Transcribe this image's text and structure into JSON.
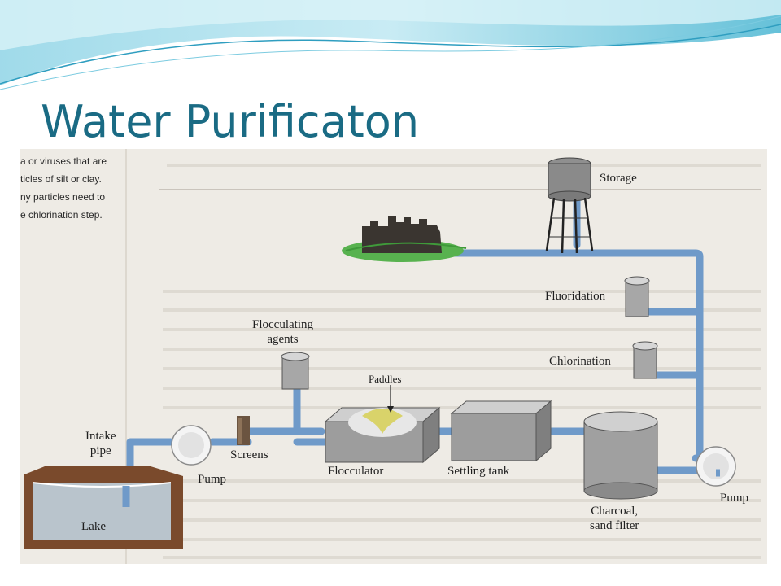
{
  "slide": {
    "title": "Water Purificaton"
  },
  "book_fragment": [
    "a or viruses that are",
    "ticles of silt or clay.",
    "ny particles need to",
    "e chlorination step."
  ],
  "diagram": {
    "labels": {
      "storage": "Storage",
      "fluoridation": "Fluoridation",
      "chlorination": "Chlorination",
      "flocculating_agents_line1": "Flocculating",
      "flocculating_agents_line2": "agents",
      "paddles": "Paddles",
      "intake_pipe_line1": "Intake",
      "intake_pipe_line2": "pipe",
      "screens": "Screens",
      "pump_left": "Pump",
      "flocculator": "Flocculator",
      "settling_tank": "Settling tank",
      "charcoal_filter_line1": "Charcoal,",
      "charcoal_filter_line2": "sand filter",
      "pump_right": "Pump",
      "lake": "Lake"
    },
    "colors": {
      "pipe": "#6f9ac9",
      "grass": "#58b24f",
      "lake_water": "#b9c4cc",
      "earth": "#7a4a2c",
      "tank_shade": "#9a9a9a",
      "paddle": "#d9d36a",
      "page_bg": "#eeebe5"
    }
  }
}
